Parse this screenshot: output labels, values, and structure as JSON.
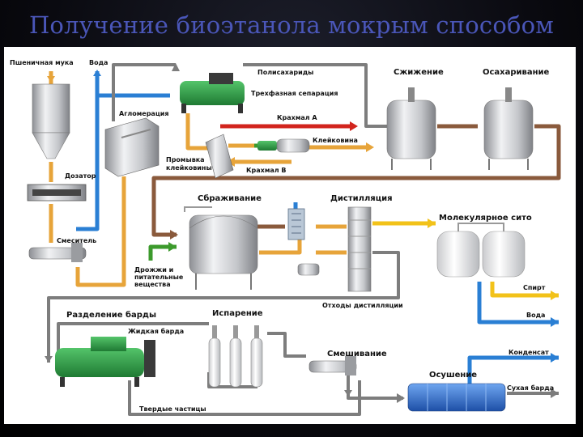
{
  "title": "Получение биоэтанола мокрым способом",
  "labels": {
    "wheat_flour": "Пшеничная мука",
    "water_top": "Вода",
    "dosator": "Дозатор",
    "mixer": "Смеситель",
    "agglomeration": "Агломерация",
    "polysaccharides": "Полисахариды",
    "three_phase": "Трехфазная сепарация",
    "starch_a": "Крахмал А",
    "gluten_wash_1": "Промывка",
    "gluten_wash_2": "клейковины",
    "gluten": "Клейковина",
    "starch_b": "Крахмал В",
    "liquefaction": "Сжижение",
    "saccharification": "Осахаривание",
    "fermentation": "Сбраживание",
    "distillation": "Дистилляция",
    "mol_sieve": "Молекулярное сито",
    "yeast_1": "Дрожжи и",
    "yeast_2": "питательные",
    "yeast_3": "вещества",
    "alcohol": "Спирт",
    "water_right": "Вода",
    "distill_waste": "Отходы дистилляции",
    "stillage_sep": "Разделение барды",
    "evaporation": "Испарение",
    "liquid_stillage": "Жидкая барда",
    "mixing": "Смешивание",
    "condensate": "Конденсат",
    "drying": "Осушение",
    "dry_stillage": "Сухая барда",
    "solids": "Твердые частицы"
  },
  "colors": {
    "flour_pipe": "#e7a43a",
    "water_pipe": "#2a7fd4",
    "starch_a_pipe": "#d2241d",
    "gluten_pipe": "#3c9a2c",
    "mash_pipe": "#8a5a3c",
    "process_pipe": "#7d7d7d",
    "alcohol_pipe": "#f2c21a",
    "dryer": "#2b6fd1",
    "machine_green": "#2f9a46"
  }
}
